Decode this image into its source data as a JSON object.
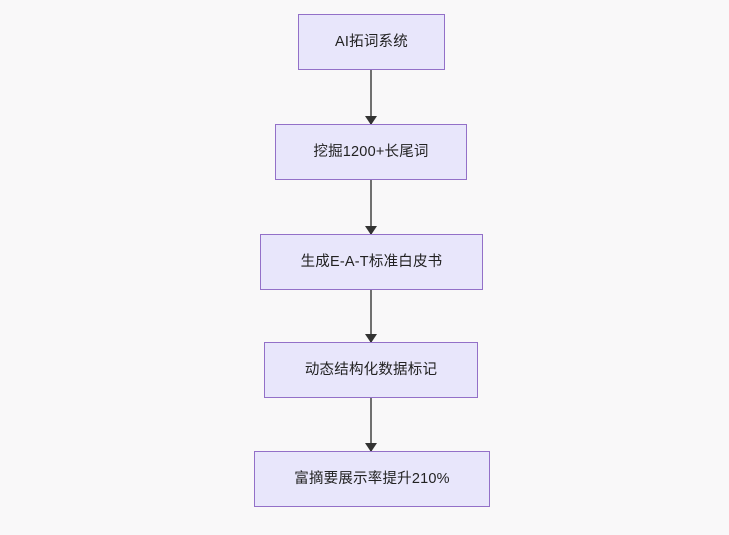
{
  "diagram": {
    "type": "flowchart",
    "orientation": "top-to-bottom",
    "background_color": "#f9f8f9",
    "node_fill_color": "#e8e6fb",
    "node_border_color": "#9370c8",
    "node_text_color": "#222222",
    "edge_color": "#707070",
    "arrowhead_color": "#333333",
    "nodes": [
      {
        "id": "n1",
        "label": "AI拓词系统"
      },
      {
        "id": "n2",
        "label": "挖掘1200+长尾词"
      },
      {
        "id": "n3",
        "label": "生成E-A-T标准白皮书"
      },
      {
        "id": "n4",
        "label": "动态结构化数据标记"
      },
      {
        "id": "n5",
        "label": "富摘要展示率提升210%"
      }
    ],
    "edges": [
      {
        "from": "n1",
        "to": "n2",
        "label": ""
      },
      {
        "from": "n2",
        "to": "n3",
        "label": ""
      },
      {
        "from": "n3",
        "to": "n4",
        "label": ""
      },
      {
        "from": "n4",
        "to": "n5",
        "label": ""
      }
    ]
  }
}
